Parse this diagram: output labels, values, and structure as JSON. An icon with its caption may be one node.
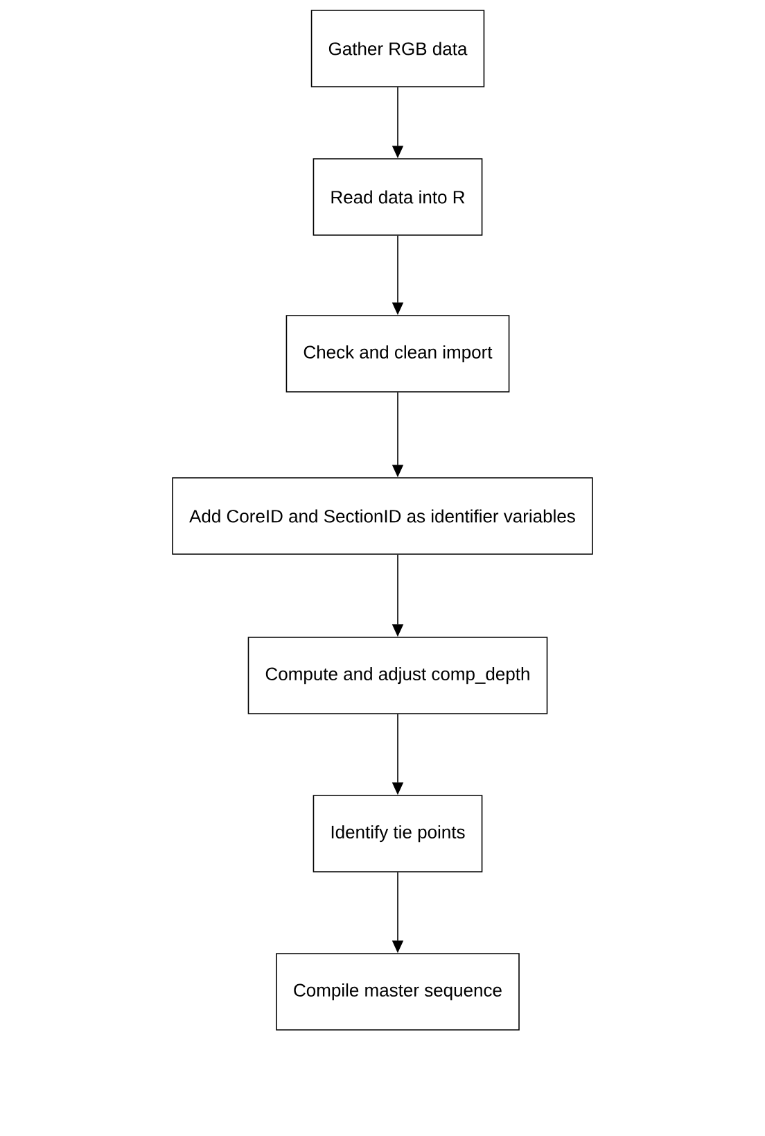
{
  "diagram": {
    "nodes": [
      {
        "text": [
          "Gather RGB data"
        ]
      },
      {
        "text": [
          "Read data into R"
        ]
      },
      {
        "text": [
          "Check and clean import"
        ]
      },
      {
        "text": [
          "Add CoreID and SectionID as identifier variables"
        ]
      },
      {
        "text": [
          "Compute and adjust comp_depth"
        ]
      },
      {
        "text": [
          "Identify tie points"
        ]
      },
      {
        "text": [
          "Compile master sequence"
        ]
      }
    ],
    "edges": [
      {
        "from": 0,
        "to": 1,
        "arrow": "to"
      },
      {
        "from": 1,
        "to": 2,
        "arrow": "to"
      },
      {
        "from": 2,
        "to": 3,
        "arrow": "to"
      },
      {
        "from": 3,
        "to": 4,
        "arrow": "to"
      },
      {
        "from": 4,
        "to": 5,
        "arrow": "to"
      },
      {
        "from": 5,
        "to": 6,
        "arrow": "to"
      }
    ]
  }
}
